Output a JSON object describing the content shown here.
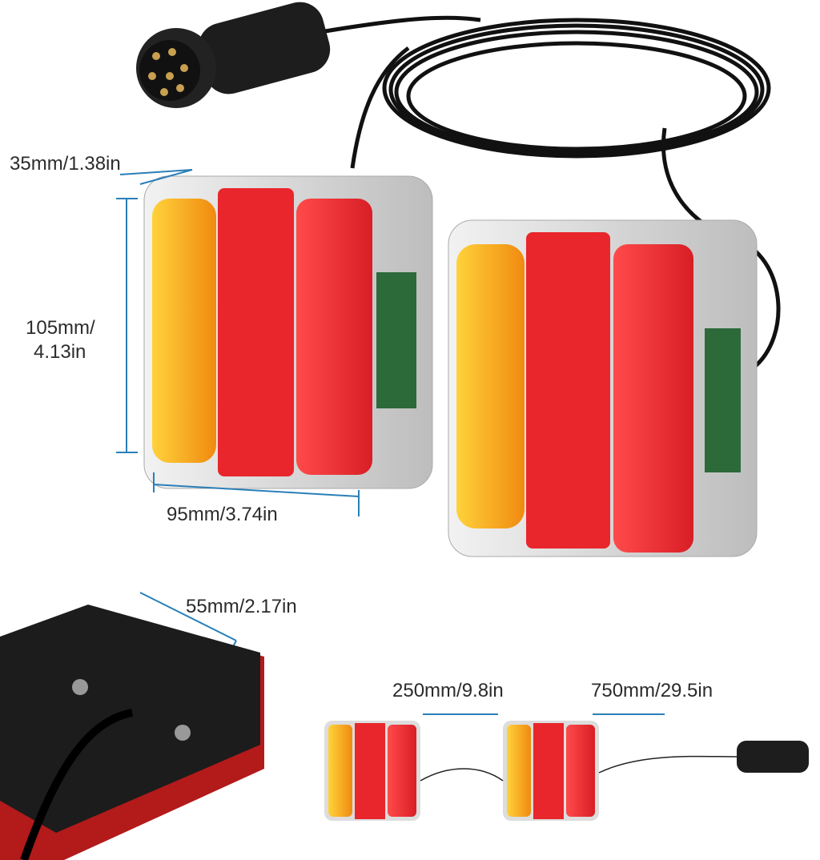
{
  "dimensions": {
    "depth": "35mm/1.38in",
    "height_line1": "105mm/",
    "height_line2": "4.13in",
    "width": "95mm/3.74in",
    "bolt_spacing": "55mm/2.17in",
    "light_to_light_cable": "250mm/9.8in",
    "light_to_plug_cable": "750mm/29.5in"
  },
  "colors": {
    "dimension_line": "#2a7fb8",
    "amber": "#f5a21a",
    "red": "#e8262c",
    "housing": "#d9d9d9",
    "cable": "#111111"
  }
}
